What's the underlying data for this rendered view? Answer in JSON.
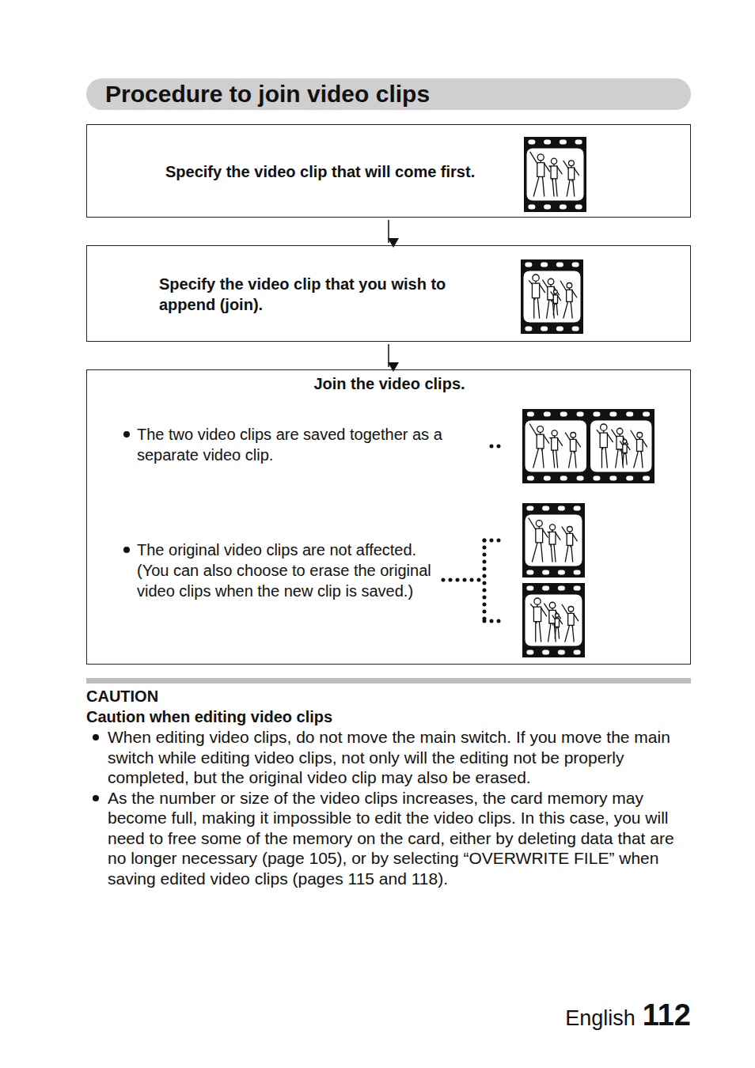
{
  "diagram": {
    "title": "Procedure to join video clips",
    "nodes": [
      {
        "text": [
          "Specify the video clip that will come first."
        ]
      },
      {
        "text": [
          "Specify the video clip that you wish to append (join)."
        ]
      },
      {
        "text": [
          "Join the video clips.",
          "The two video clips are saved together as a separate video clip.",
          "The original video clips are not affected. (You can also choose to erase the original video clips when the new clip is saved.)"
        ]
      }
    ],
    "edges": [
      {
        "from": 0,
        "to": 1,
        "arrow": "to"
      },
      {
        "from": 1,
        "to": 2,
        "arrow": "to"
      }
    ],
    "labels": [
      "CAUTION",
      "Caution when editing video clips",
      "When editing video clips, do not move the main switch. If you move the main switch while editing video clips, not only will the editing not be properly completed, but the original video clip may also be erased.",
      "As the number or size of the video clips increases, the card memory may become full, making it impossible to edit the video clips. In this case, you will need to free some of the memory on the card, either by deleting data that are no longer necessary (page 105), or by selecting “OVERWRITE FILE” when saving edited video clips (pages 115 and 118).",
      "English",
      "112"
    ]
  }
}
